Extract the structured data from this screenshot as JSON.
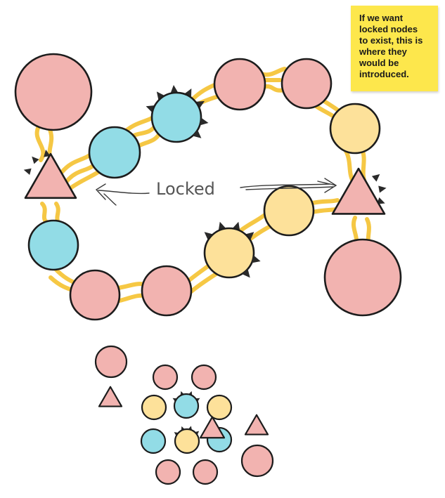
{
  "sticky_note": {
    "text": "If we want\nlocked nodes\nto exist, this is\nwhere they\nwould be\nintroduced."
  },
  "diagram": {
    "center_label": "Locked",
    "colors": {
      "pink": "#f2b3b0",
      "blue": "#92dce6",
      "yellow": "#fde19a",
      "outline": "#1c1c1c",
      "connector": "#f5c230"
    },
    "node_shapes": [
      "circle",
      "triangle"
    ],
    "spiky_node_marker": "spikes"
  }
}
